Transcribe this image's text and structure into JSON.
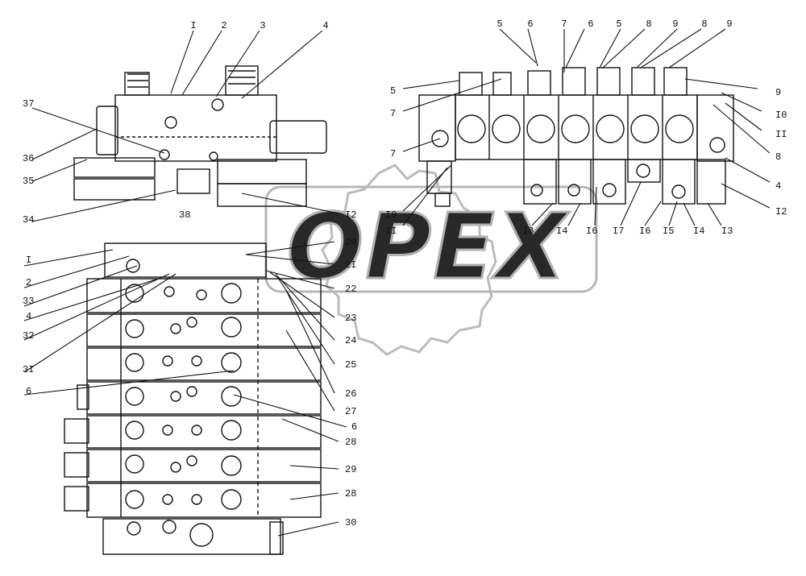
{
  "watermark": {
    "text": "OPEX"
  },
  "views": {
    "top_left": {
      "callouts_top": [
        "I",
        "2",
        "3",
        "4"
      ],
      "callouts_left": [
        "37",
        "36",
        "35",
        "34"
      ],
      "callouts_bottom_right": [
        "38",
        "I2"
      ]
    },
    "top_right": {
      "callouts_top": [
        "5",
        "6",
        "7",
        "6",
        "5",
        "8",
        "9",
        "8",
        "9"
      ],
      "callouts_left": [
        "5",
        "7",
        "7"
      ],
      "callouts_right": [
        "9",
        "I0",
        "II",
        "8",
        "4",
        "I2"
      ],
      "callouts_bottom": [
        "I9",
        "II",
        "I8",
        "I4",
        "I6",
        "I7",
        "I6",
        "I5",
        "I4",
        "I3"
      ]
    },
    "front": {
      "callouts_left": [
        "I",
        "2",
        "33",
        "4",
        "32",
        "3I",
        "6"
      ],
      "callouts_right": [
        "20",
        "2I",
        "22",
        "23",
        "24",
        "25",
        "26",
        "27",
        "6",
        "28",
        "29",
        "28",
        "30"
      ]
    }
  }
}
